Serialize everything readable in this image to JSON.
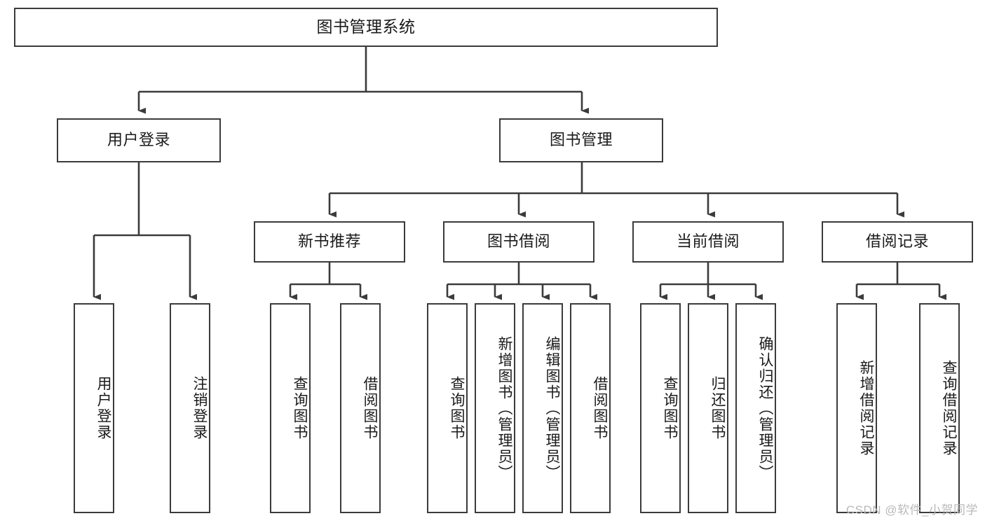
{
  "diagram": {
    "type": "tree",
    "title": "图书管理系统",
    "watermark": "CSDN @软件_小贺同学",
    "colors": {
      "stroke": "#3b3b3b",
      "fill": "#ffffff",
      "text": "#1a1a1a",
      "watermark": "#b9b9b9"
    },
    "levels": {
      "root": {
        "label": "图书管理系统"
      },
      "level2": [
        {
          "id": "user-login",
          "label": "用户登录"
        },
        {
          "id": "book-manage",
          "label": "图书管理"
        }
      ],
      "level3": [
        {
          "id": "new-book-recommend",
          "label": "新书推荐"
        },
        {
          "id": "book-borrow",
          "label": "图书借阅"
        },
        {
          "id": "current-borrow",
          "label": "当前借阅"
        },
        {
          "id": "borrow-record",
          "label": "借阅记录"
        }
      ],
      "leaves": {
        "user-login": [
          {
            "id": "leaf-user-login",
            "label": "用户登录"
          },
          {
            "id": "leaf-logout-login",
            "label": "注销登录"
          }
        ],
        "new-book-recommend": [
          {
            "id": "leaf-query-book-1",
            "label": "查询图书"
          },
          {
            "id": "leaf-borrow-book-1",
            "label": "借阅图书"
          }
        ],
        "book-borrow": [
          {
            "id": "leaf-query-book-2",
            "label": "查询图书"
          },
          {
            "id": "leaf-add-book",
            "label": "新增图书（管理员）"
          },
          {
            "id": "leaf-edit-book",
            "label": "编辑图书（管理员）"
          },
          {
            "id": "leaf-borrow-book-2",
            "label": "借阅图书"
          }
        ],
        "current-borrow": [
          {
            "id": "leaf-query-book-3",
            "label": "查询图书"
          },
          {
            "id": "leaf-return-book",
            "label": "归还图书"
          },
          {
            "id": "leaf-confirm-return",
            "label": "确认归还（管理员）"
          }
        ],
        "borrow-record": [
          {
            "id": "leaf-add-record",
            "label": "新增借阅记录"
          },
          {
            "id": "leaf-query-record",
            "label": "查询借阅记录"
          }
        ]
      }
    }
  }
}
